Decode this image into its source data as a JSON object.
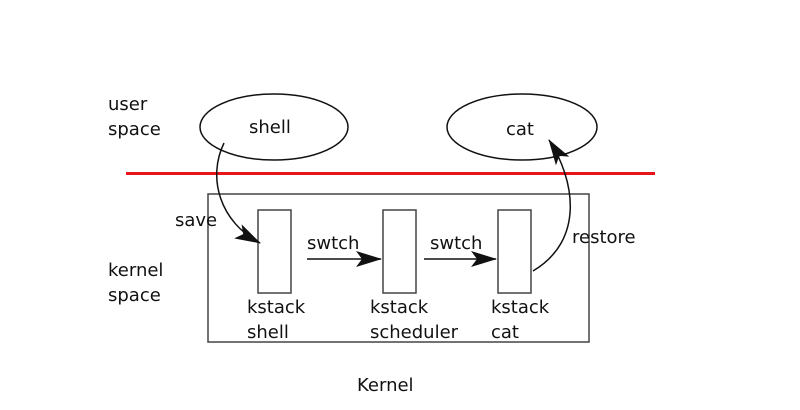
{
  "diagram": {
    "colors": {
      "boundary_line": "#e8141b",
      "stroke": "#111111",
      "box_stroke": "#444444",
      "background": "#ffffff"
    },
    "regions": {
      "user_space": [
        "user",
        "space"
      ],
      "kernel_space": [
        "kernel",
        "space"
      ],
      "kernel_box_label": "Kernel"
    },
    "processes": [
      {
        "id": "shell",
        "label": "shell"
      },
      {
        "id": "cat",
        "label": "cat"
      }
    ],
    "kstacks": [
      {
        "id": "kstack-shell",
        "label": [
          "kstack",
          "shell"
        ]
      },
      {
        "id": "kstack-scheduler",
        "label": [
          "kstack",
          "scheduler"
        ]
      },
      {
        "id": "kstack-cat",
        "label": [
          "kstack",
          "cat"
        ]
      }
    ],
    "edges": [
      {
        "from": "shell",
        "to": "kstack-shell",
        "label": "save"
      },
      {
        "from": "kstack-shell",
        "to": "kstack-scheduler",
        "label": "swtch"
      },
      {
        "from": "kstack-scheduler",
        "to": "kstack-cat",
        "label": "swtch"
      },
      {
        "from": "kstack-cat",
        "to": "cat",
        "label": "restore"
      }
    ]
  }
}
